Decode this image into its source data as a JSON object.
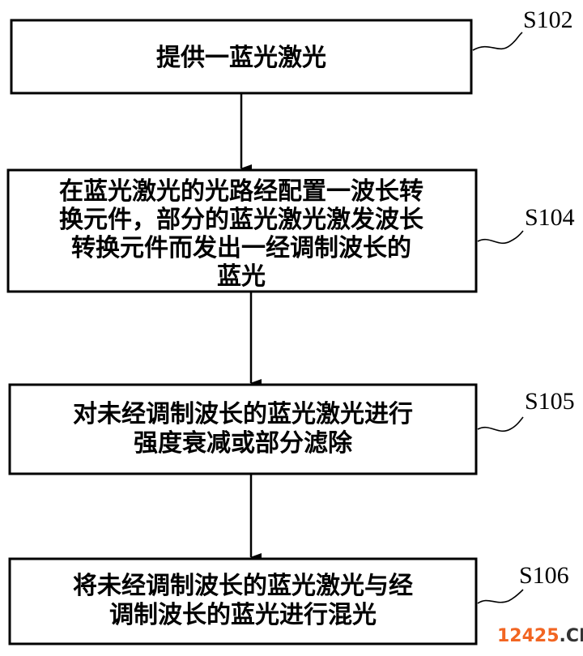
{
  "steps": [
    {
      "label": "S102",
      "lines": [
        "提供一蓝光激光"
      ]
    },
    {
      "label": "S104",
      "lines": [
        "在蓝光激光的光路经配置一波长转",
        "换元件，部分的蓝光激光激发波长",
        "转换元件而发出一经调制波长的",
        "蓝光"
      ]
    },
    {
      "label": "S105",
      "lines": [
        "对未经调制波长的蓝光激光进行",
        "强度衰减或部分滤除"
      ]
    },
    {
      "label": "S106",
      "lines": [
        "将未经调制波长的蓝光激光与经",
        "调制波长的蓝光进行混光"
      ]
    }
  ],
  "watermark": {
    "number": "12425",
    "suffix": ".CN",
    "number_color": "#f26522"
  }
}
